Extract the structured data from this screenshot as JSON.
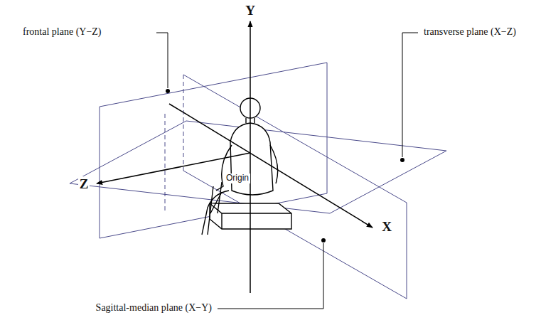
{
  "diagram": {
    "labels": [
      "Y",
      "frontal plane (Y−Z)",
      "transverse plane (X−Z)",
      "Z",
      "Origin",
      "X",
      "Sagittal-median plane (X−Y)"
    ]
  }
}
